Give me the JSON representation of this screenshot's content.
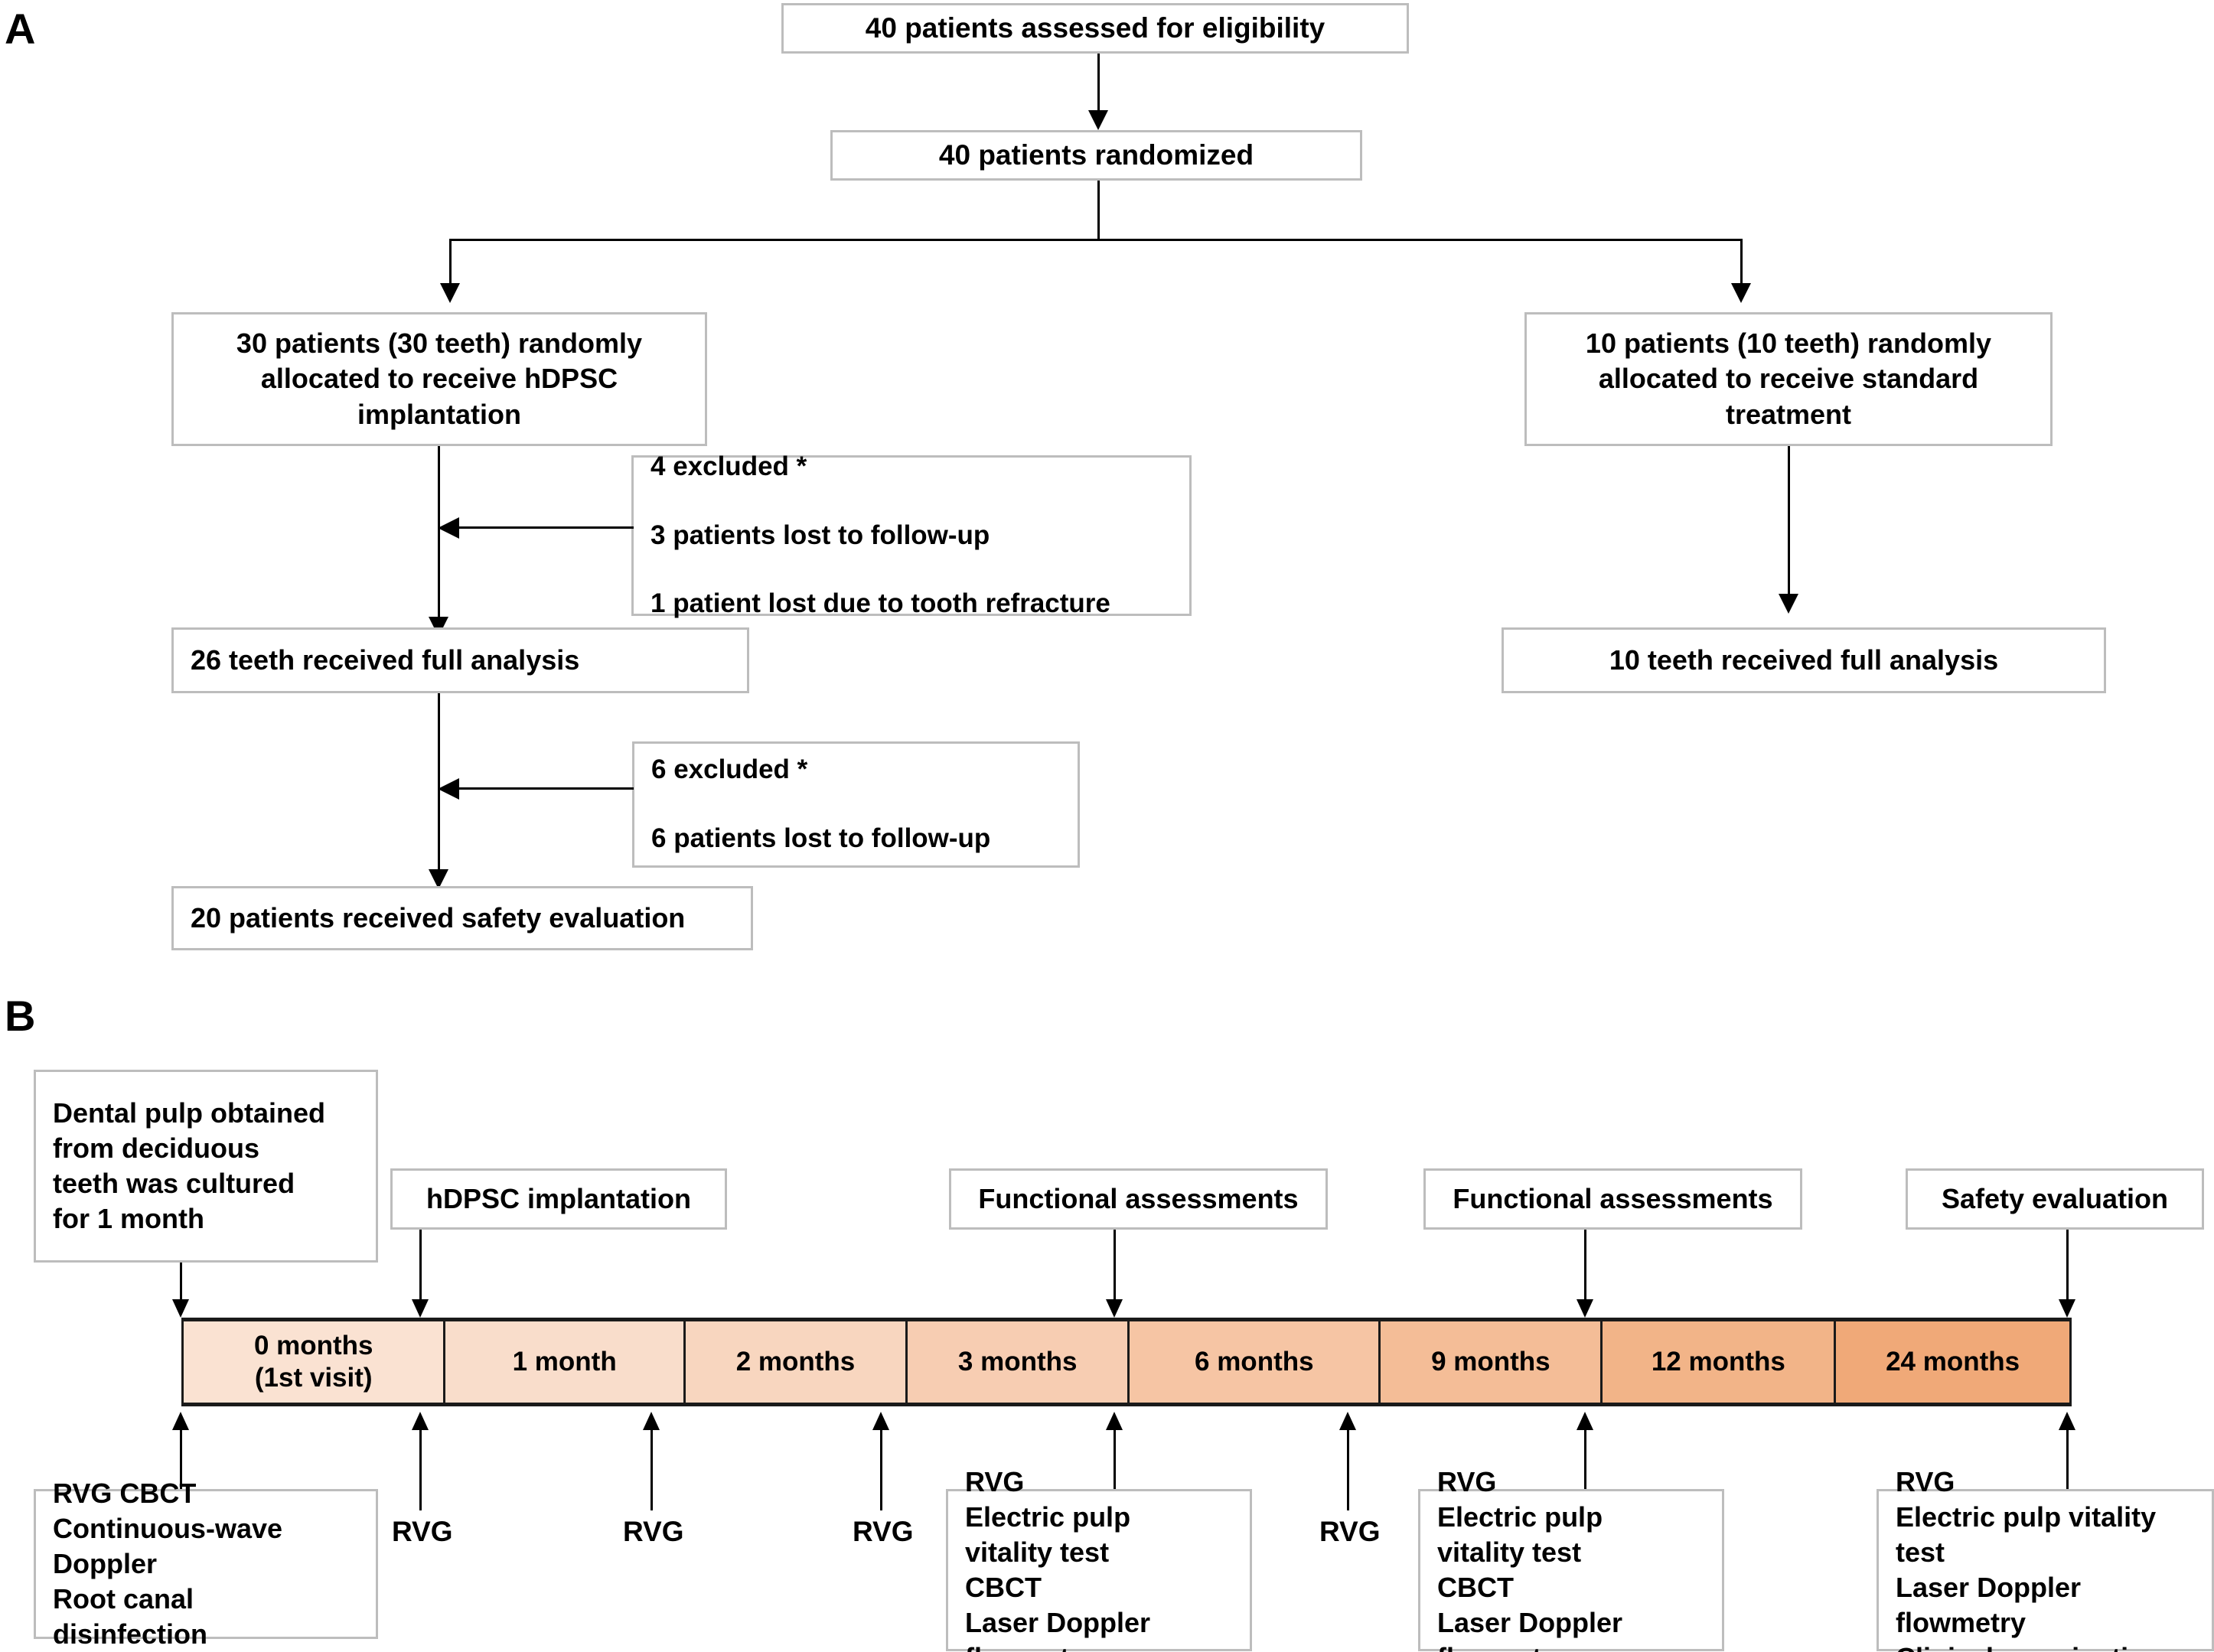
{
  "panels": {
    "a_letter": "A",
    "b_letter": "B"
  },
  "panel_a": {
    "boxes": {
      "assessed": "40 patients assessed for eligibility",
      "randomized": "40 patients randomized",
      "allocated_hdpsc": "30 patients (30 teeth) randomly allocated to receive hDPSC implantation",
      "allocated_standard": "10 patients (10 teeth) randomly allocated to receive standard treatment",
      "excluded_1_line1": "4 excluded *",
      "excluded_1_line2": "3 patients lost to follow-up",
      "excluded_1_line3": "1 patient lost due to tooth refracture",
      "analysis_26": "26 teeth received full analysis",
      "analysis_10": "10 teeth received full analysis",
      "excluded_2_line1": "6 excluded *",
      "excluded_2_line2": "6 patients  lost to follow-up",
      "safety_20": "20 patients received  safety evaluation"
    }
  },
  "panel_b": {
    "top_boxes": [
      {
        "id": "culture",
        "label": "Dental pulp obtained\nfrom deciduous\nteeth was cultured\nfor 1 month"
      },
      {
        "id": "implantation",
        "label": "hDPSC implantation"
      },
      {
        "id": "functional-1",
        "label": "Functional assessments"
      },
      {
        "id": "functional-2",
        "label": "Functional assessments"
      },
      {
        "id": "safety",
        "label": "Safety evaluation"
      }
    ],
    "timeline": {
      "segments": [
        {
          "label": "0 months\n(1st visit)",
          "color": "#fae2d2"
        },
        {
          "label": "1 month",
          "color": "#f9ddcb"
        },
        {
          "label": "2 months",
          "color": "#f8d6bf"
        },
        {
          "label": "3 months",
          "color": "#f7cdb2"
        },
        {
          "label": "6 months",
          "color": "#f6c5a4"
        },
        {
          "label": "9 months",
          "color": "#f4bd97"
        },
        {
          "label": "12 months",
          "color": "#f2b488"
        },
        {
          "label": "24 months",
          "color": "#f0a978"
        }
      ],
      "gradient_start": "#fae2d2",
      "gradient_end": "#f0a978",
      "border_color": "#1a1a1a"
    },
    "rvg_labels": [
      "RVG",
      "RVG",
      "RVG",
      "RVG"
    ],
    "bottom_boxes": [
      {
        "id": "visit-0",
        "label": "RVG  CBCT\nContinuous-wave\nDoppler\nRoot canal\ndisinfection"
      },
      {
        "id": "month-3",
        "label": "RVG\nElectric pulp\nvitality test\nCBCT\nLaser Doppler\nflowmetry"
      },
      {
        "id": "month-9",
        "label": "RVG\nElectric pulp\nvitality test\nCBCT\nLaser Doppler\nflowmetry"
      },
      {
        "id": "month-24",
        "label": "RVG\nElectric pulp vitality\ntest\nLaser Doppler\nflowmetry\nClinical examination"
      }
    ]
  }
}
